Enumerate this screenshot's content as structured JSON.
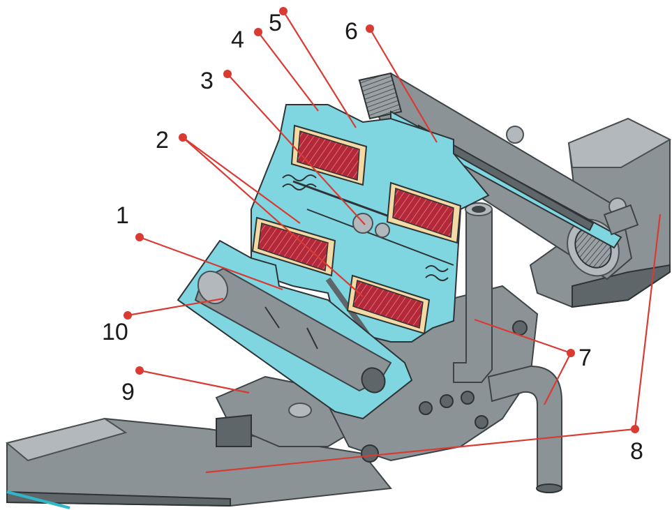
{
  "callouts": [
    {
      "id": "1",
      "label": "1"
    },
    {
      "id": "2",
      "label": "2"
    },
    {
      "id": "3",
      "label": "3"
    },
    {
      "id": "4",
      "label": "4"
    },
    {
      "id": "5",
      "label": "5"
    },
    {
      "id": "6",
      "label": "6"
    },
    {
      "id": "7",
      "label": "7"
    },
    {
      "id": "8",
      "label": "8"
    },
    {
      "id": "9",
      "label": "9"
    },
    {
      "id": "10",
      "label": "10"
    }
  ],
  "colors": {
    "leader": "#d93a32",
    "section_cut": "#7fd6e0",
    "coil_winding": "#b22a3a",
    "coil_frame": "#f3d9a3",
    "metal": "#8c9396"
  }
}
